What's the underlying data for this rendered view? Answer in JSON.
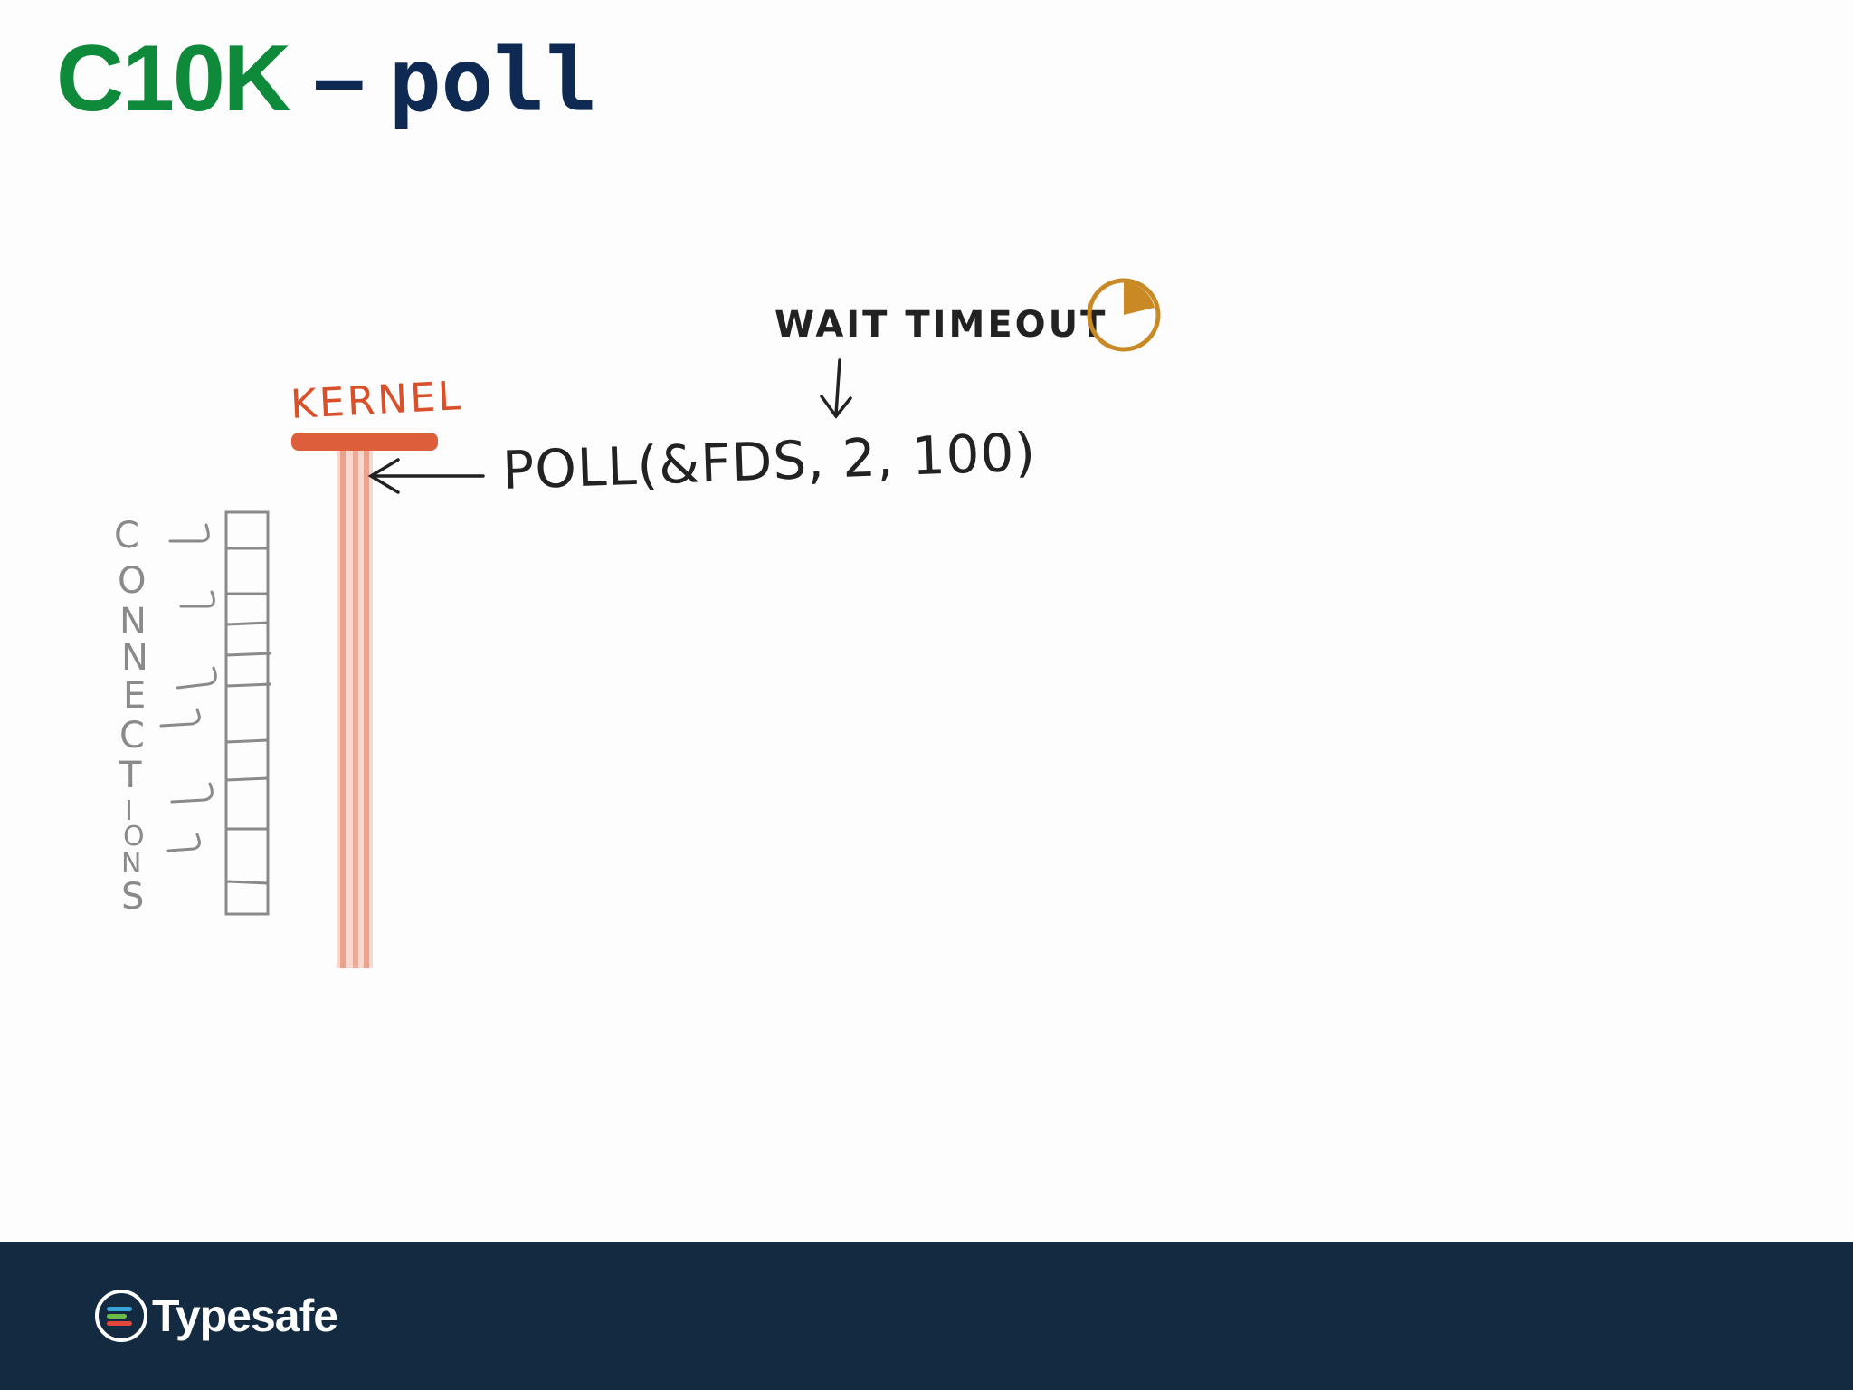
{
  "title": {
    "main": "C10K",
    "separator": "–",
    "code": "poll"
  },
  "diagram": {
    "kernel_label": "KERNEL",
    "call_label": "POLL(&FDS, 2, 100)",
    "timeout_label": "WAIT TIMEOUT",
    "connections_letters": [
      "C",
      "O",
      "N",
      "N",
      "E",
      "C",
      "T",
      "I",
      "O",
      "N",
      "S"
    ],
    "colors": {
      "kernel": "#d9502a",
      "ink": "#222222",
      "connections": "#8a8a8a",
      "clock": "#c98a25"
    }
  },
  "footer": {
    "brand": "Typesafe",
    "background": "#142a40"
  }
}
